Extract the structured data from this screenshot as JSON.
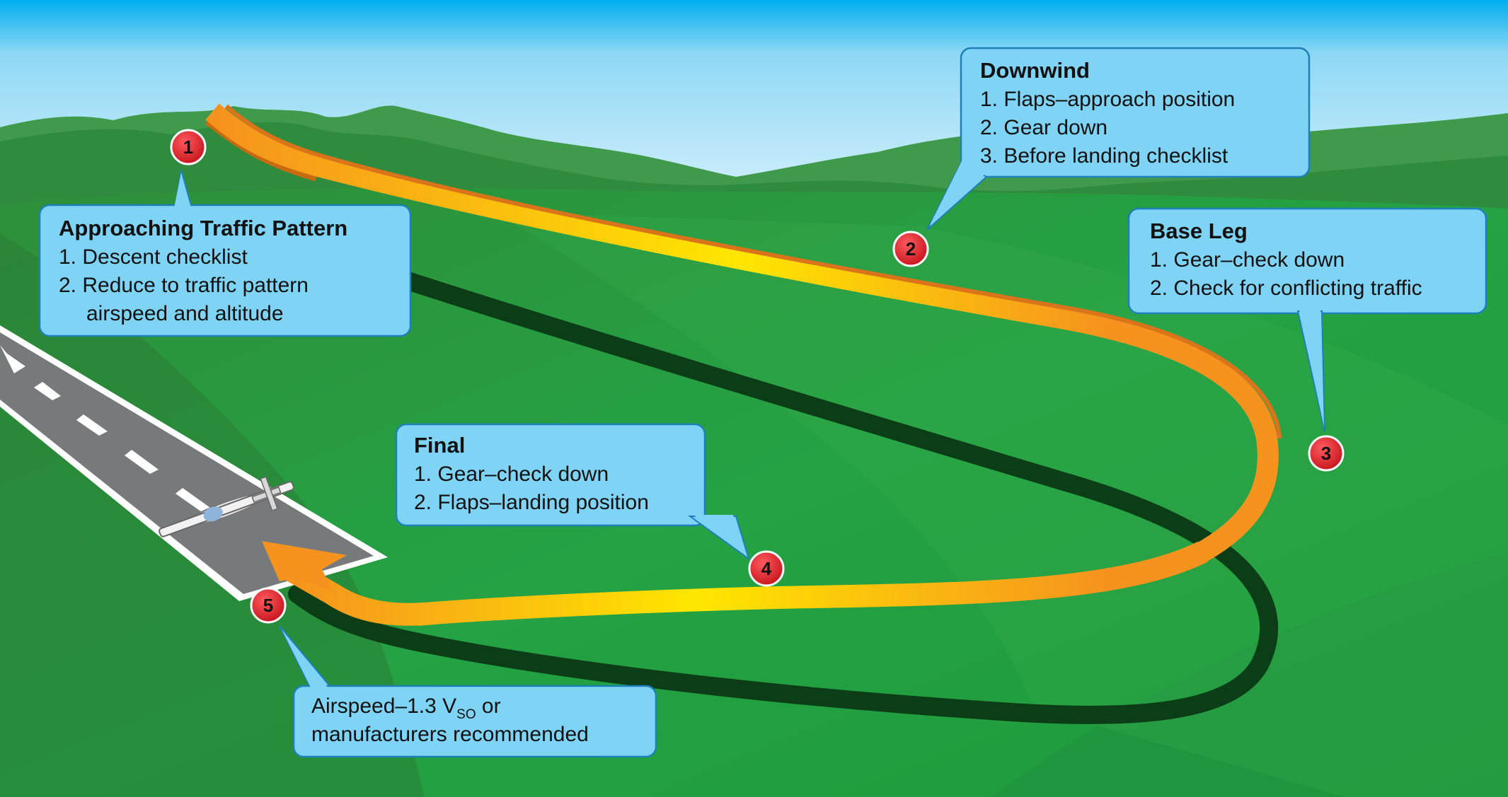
{
  "steps": [
    {
      "number": "1",
      "title": "Approaching Traffic Pattern",
      "items": [
        "1. Descent checklist",
        "2. Reduce to traffic pattern",
        "airspeed and altitude"
      ]
    },
    {
      "number": "2",
      "title": "Downwind",
      "items": [
        "1. Flaps–approach position",
        "2. Gear down",
        "3. Before landing checklist"
      ]
    },
    {
      "number": "3",
      "title": "Base Leg",
      "items": [
        "1. Gear–check down",
        "2. Check for conflicting traffic"
      ]
    },
    {
      "number": "4",
      "title": "Final",
      "items": [
        "1. Gear–check down",
        "2. Flaps–landing position"
      ]
    },
    {
      "number": "5",
      "lines": [
        {
          "text": "Airspeed–1.3 V",
          "sub": "SO",
          "tail": " or"
        },
        {
          "text": "manufacturers recommended"
        }
      ]
    }
  ],
  "colors": {
    "callout_fill": "#7fd3f5",
    "callout_stroke": "#1d80b8",
    "badge": "#e01a22",
    "path_orange": "#f6921e",
    "path_yellow": "#fff200",
    "ground": "#2e9a3e",
    "shadow": "#0b3d16"
  }
}
